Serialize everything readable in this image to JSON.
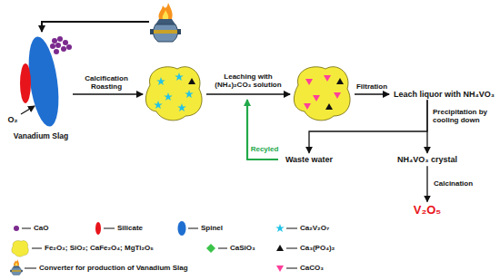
{
  "diagram": {
    "nodes": [
      {
        "text": [
          "Vanadium Slag"
        ]
      },
      {
        "text": [
          "Leach liquor with NH₄VO₃"
        ]
      },
      {
        "text": [
          "Waste water"
        ]
      },
      {
        "text": [
          "NH₄VO₃ crystal"
        ]
      },
      {
        "text": [
          "V₂O₅"
        ]
      }
    ],
    "edges": [
      {
        "from": 1,
        "to": 2,
        "arrow": "to"
      },
      {
        "from": 1,
        "to": 3,
        "arrow": "to"
      },
      {
        "from": 3,
        "to": 4,
        "label": "Calcination",
        "arrow": "to"
      }
    ],
    "labels": [
      "O₂",
      "Calcification Roasting",
      "Leaching with (NH₄)₂CO₃ solution",
      "Filtration",
      "Precipitation by cooling down",
      "Recyled"
    ],
    "legend": [
      {
        "text": "CaO"
      },
      {
        "text": "Silicate"
      },
      {
        "text": "Spinel"
      },
      {
        "text": "Ca₂V₂O₇"
      },
      {
        "text": "Fe₂O₃; SiO₂; CaFe₂O₄; MgTi₂O₅"
      },
      {
        "text": "CaSiO₃"
      },
      {
        "text": "Ca₃(PO₄)₂"
      },
      {
        "text": "Converter for production of Vanadium Slag"
      },
      {
        "text": "CaCO₃"
      }
    ]
  }
}
